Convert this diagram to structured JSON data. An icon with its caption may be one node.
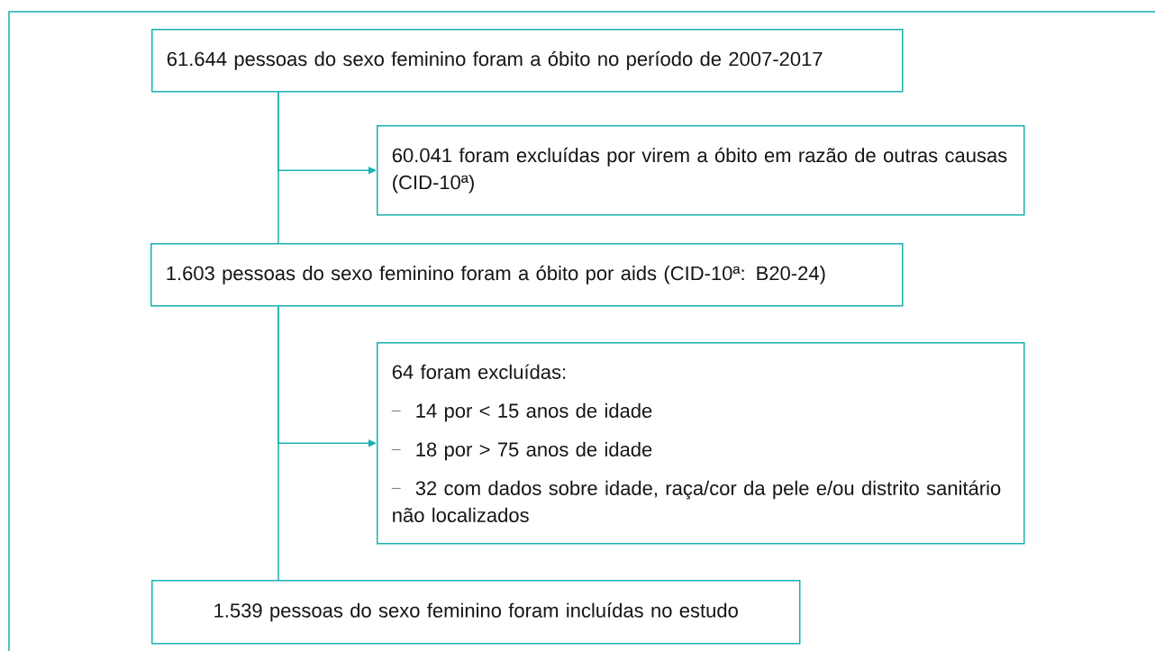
{
  "diagram": {
    "nodes": [
      {
        "text": [
          "61.644 pessoas do sexo feminino foram a óbito no período de 2007-2017"
        ]
      },
      {
        "text": [
          "60.041 foram excluídas por virem a óbito em razão de outras causas (CID-10ª)"
        ]
      },
      {
        "text": [
          "1.603 pessoas do sexo feminino foram a óbito por aids (CID-10ª: B20-24)"
        ]
      },
      {
        "text": [
          "64 foram excluídas:",
          "14 por < 15 anos de idade",
          "18 por > 75 anos de idade",
          "32 com dados sobre idade, raça/cor da pele e/ou distrito sanitário não localizados"
        ]
      },
      {
        "text": [
          "1.539 pessoas do sexo feminino foram incluídas no estudo"
        ]
      }
    ],
    "edges": [
      {
        "from": 0,
        "to": 1,
        "arrow": "to"
      },
      {
        "from": 0,
        "to": 2,
        "arrow": "none"
      },
      {
        "from": 2,
        "to": 3,
        "arrow": "to"
      },
      {
        "from": 2,
        "to": 4,
        "arrow": "none"
      }
    ]
  }
}
